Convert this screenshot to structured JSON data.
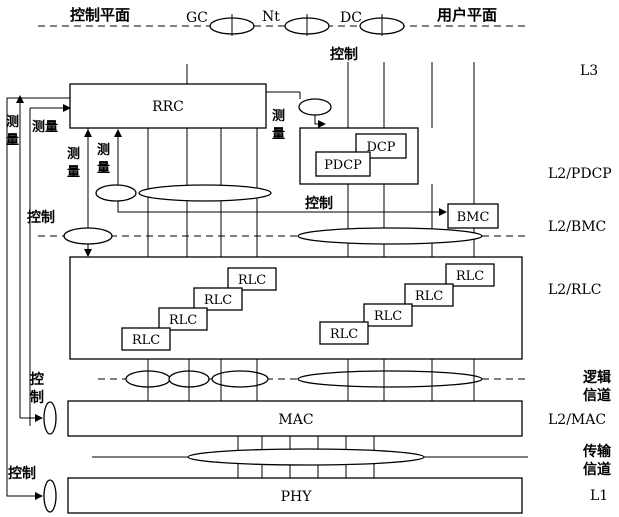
{
  "labels": {
    "control_plane": "控制平面",
    "user_plane": "用户平面",
    "gc": "GC",
    "nt": "Nt",
    "dc": "DC",
    "control_top": "控制",
    "control_pdcp": "控制",
    "control_bmc": "控制",
    "control_mac_1": "控",
    "control_mac_2": "制",
    "control_phy": "控制",
    "measure_outer_1": "测",
    "measure_outer_2": "量",
    "measure_left": "测量",
    "measure_mid_1": "测",
    "measure_mid_2": "量",
    "measure_inner_1": "测",
    "measure_inner_2": "量",
    "measure_right_1": "测",
    "measure_right_2": "量"
  },
  "blocks": {
    "rrc": "RRC",
    "pdcp": "PDCP",
    "dcp": "DCP",
    "bmc": "BMC",
    "rlc": "RLC",
    "mac": "MAC",
    "phy": "PHY"
  },
  "layers": {
    "l3": "L3",
    "l2_pdcp": "L2/PDCP",
    "l2_bmc": "L2/BMC",
    "l2_rlc": "L2/RLC",
    "logical_1": "逻辑",
    "logical_2": "信道",
    "l2_mac": "L2/MAC",
    "transport_1": "传输",
    "transport_2": "信道",
    "l1": "L1"
  }
}
